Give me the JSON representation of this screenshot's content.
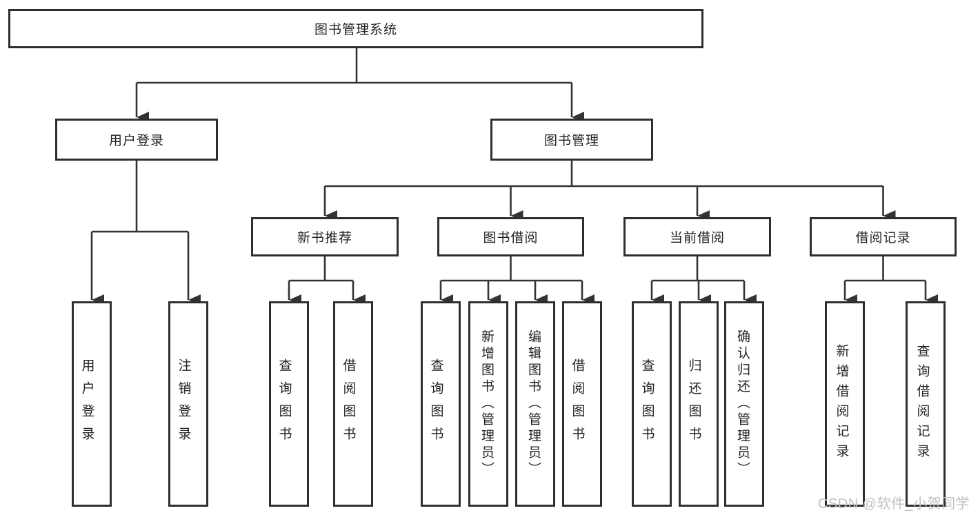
{
  "diagram": {
    "root": {
      "label": "图书管理系统"
    },
    "branches": [
      {
        "label": "用户登录",
        "children": [
          {
            "label": "用户登录"
          },
          {
            "label": "注销登录"
          }
        ]
      },
      {
        "label": "图书管理",
        "children": [
          {
            "label": "新书推荐",
            "children": [
              {
                "label": "查询图书"
              },
              {
                "label": "借阅图书"
              }
            ]
          },
          {
            "label": "图书借阅",
            "children": [
              {
                "label": "查询图书"
              },
              {
                "label": "新增图书（管理员）"
              },
              {
                "label": "编辑图书（管理员）"
              },
              {
                "label": "借阅图书"
              }
            ]
          },
          {
            "label": "当前借阅",
            "children": [
              {
                "label": "查询图书"
              },
              {
                "label": "归还图书"
              },
              {
                "label": "确认归还（管理员）"
              }
            ]
          },
          {
            "label": "借阅记录",
            "children": [
              {
                "label": "新增借阅记录"
              },
              {
                "label": "查询借阅记录"
              }
            ]
          }
        ]
      }
    ]
  },
  "watermark": {
    "text": "CSDN @软件_小贺同学"
  },
  "colors": {
    "line": "#333333",
    "box_border": "#2e2e2e",
    "text": "#222222",
    "background": "#ffffff",
    "watermark": "#bfc1c6"
  }
}
